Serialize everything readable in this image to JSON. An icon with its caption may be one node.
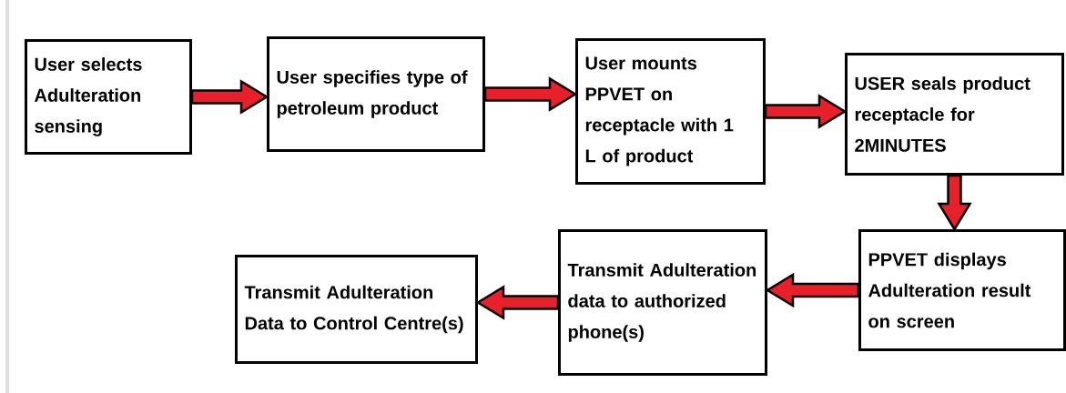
{
  "diagram": {
    "nodes": [
      {
        "text": [
          "User selects Adulteration sensing"
        ]
      },
      {
        "text": [
          "User specifies type of petroleum product"
        ]
      },
      {
        "text": [
          "User mounts PPVET on receptacle with 1 L of product"
        ]
      },
      {
        "text": [
          "USER seals product receptacle for 2MINUTES"
        ]
      },
      {
        "text": [
          "PPVET displays Adulteration result on screen"
        ]
      },
      {
        "text": [
          "Transmit Adulteration data to authorized phone(s)"
        ]
      },
      {
        "text": [
          "Transmit Adulteration Data to Control Centre(s)"
        ]
      }
    ],
    "edges": [
      {
        "from": 0,
        "to": 1,
        "arrow": "to"
      },
      {
        "from": 1,
        "to": 2,
        "arrow": "to"
      },
      {
        "from": 2,
        "to": 3,
        "arrow": "to"
      },
      {
        "from": 3,
        "to": 4,
        "arrow": "to"
      },
      {
        "from": 4,
        "to": 5,
        "arrow": "to"
      },
      {
        "from": 5,
        "to": 6,
        "arrow": "to"
      }
    ]
  }
}
